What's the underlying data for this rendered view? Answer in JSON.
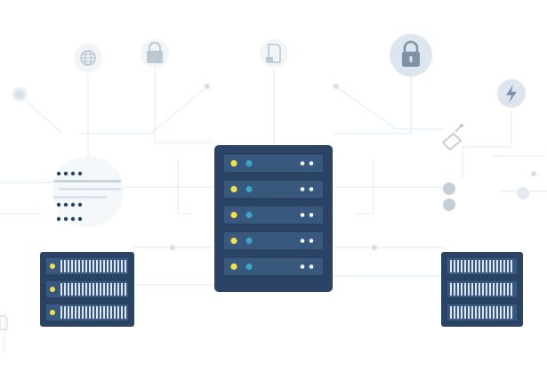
{
  "colors": {
    "background": "#ffffff",
    "line": "#e7edf2",
    "node": "#d6dee6",
    "icon_ring": "#f2f5f8",
    "icon": "#bcc7d2",
    "lock_active_bg": "#dde6ee",
    "lock_active_icon": "#7f93a8",
    "server_body": "#2b4465",
    "server_unit": "#39587e",
    "server_unit_border": "#223955",
    "led_yellow": "#f3e14a",
    "led_blue": "#3fa3c6",
    "led_white": "#ffffff",
    "vent": "#dce6f0"
  },
  "icons": [
    "globe-icon",
    "lock-icon",
    "document-icon",
    "lock-icon",
    "lightning-icon",
    "satellite-icon",
    "list-icon",
    "dot-icon"
  ],
  "servers": {
    "center": {
      "units": 5
    },
    "left": {
      "units": 3
    },
    "right": {
      "units": 3
    }
  }
}
